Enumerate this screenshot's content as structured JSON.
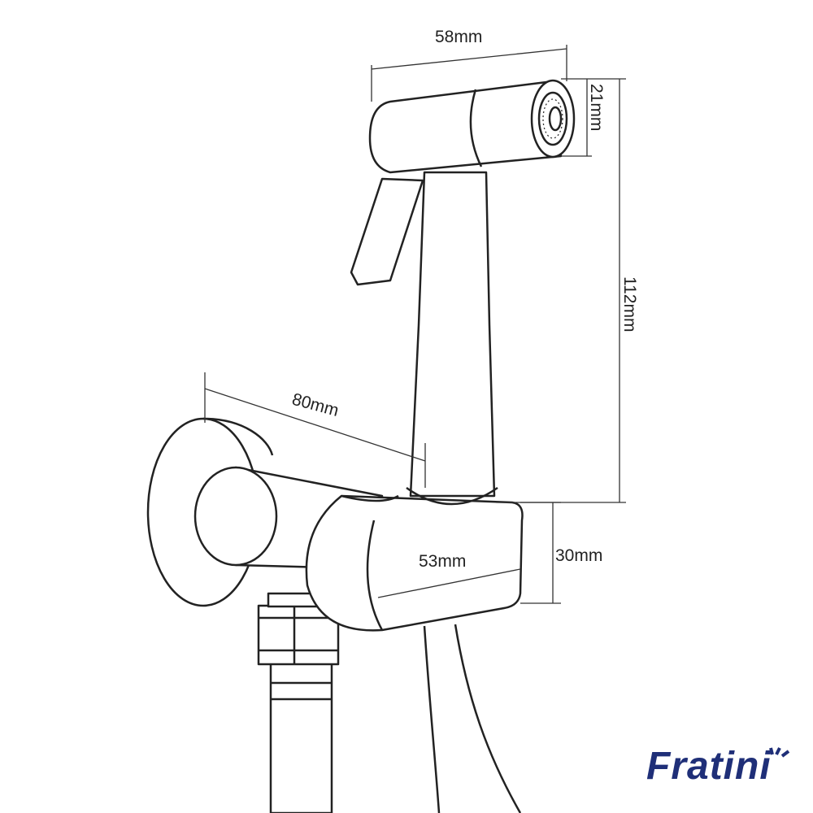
{
  "dimensions": {
    "head_length": "58mm",
    "head_diameter": "21mm",
    "sprayer_height": "112mm",
    "valve_projection": "80mm",
    "holder_width": "53mm",
    "holder_height": "30mm"
  },
  "brand": {
    "logo_text": "Fratini",
    "color": "#1f2f78"
  }
}
